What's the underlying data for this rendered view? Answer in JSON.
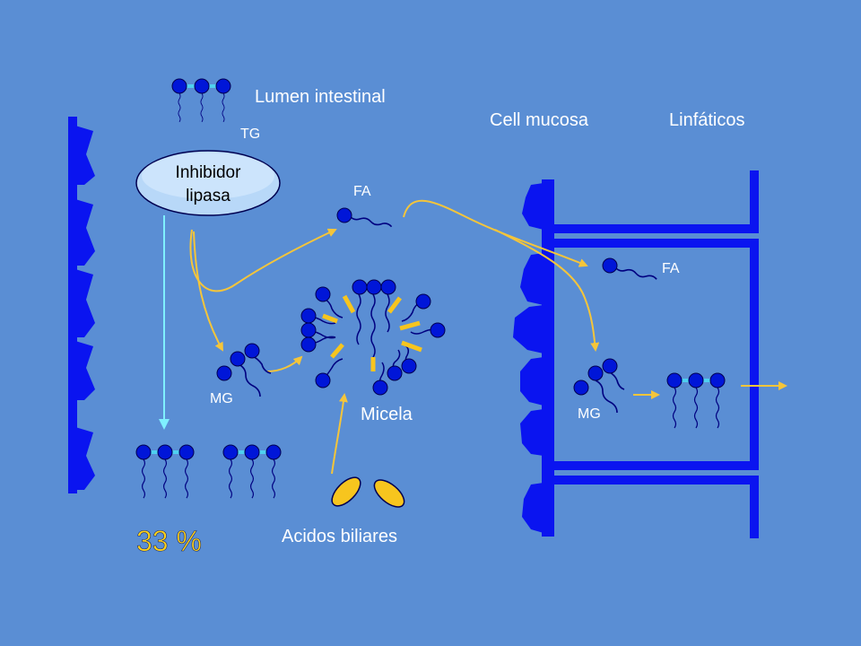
{
  "labels": {
    "lumen": "Lumen intestinal",
    "cell_mucosa": "Cell mucosa",
    "linfaticos": "Linfáticos",
    "tg": "TG",
    "inhibidor_line1": "Inhibidor",
    "inhibidor_line2": "lipasa",
    "fa_lumen": "FA",
    "fa_cell": "FA",
    "mg_lumen": "MG",
    "mg_cell": "MG",
    "micela": "Micela",
    "acidos": "Acidos biliares",
    "percent": "33 %"
  },
  "colors": {
    "background": "#5a8ed4",
    "wall": "#0a14f0",
    "molecule": "#0016d8",
    "tail": "#000080",
    "arrow": "#f5c53a",
    "inhibit_arrow": "#7ff0ff",
    "bile": "#f7c51e",
    "percent": "#ffd21a"
  }
}
